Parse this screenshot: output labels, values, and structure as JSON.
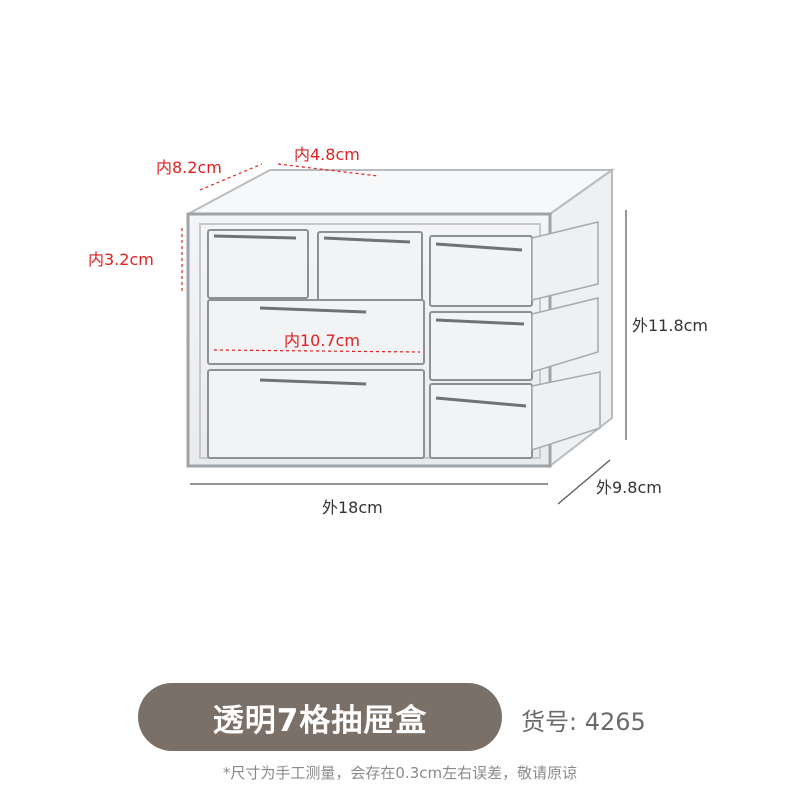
{
  "colors": {
    "accent_inner_dimension": "#e02020",
    "outer_dimension": "#333333",
    "title_pill": "#7b7068",
    "title_text": "#ffffff",
    "muted_text": "#8a8a8a"
  },
  "dimensions": {
    "inner_depth": "内8.2cm",
    "inner_small_width": "内4.8cm",
    "inner_height": "内3.2cm",
    "inner_large_width": "内10.7cm",
    "outer_height": "外11.8cm",
    "outer_width": "外18cm",
    "outer_depth": "外9.8cm"
  },
  "product": {
    "title": "透明7格抽屉盒",
    "item_number": "货号: 4265"
  },
  "footnote": "*尺寸为手工测量，会存在0.3cm左右误差，敬请原谅"
}
